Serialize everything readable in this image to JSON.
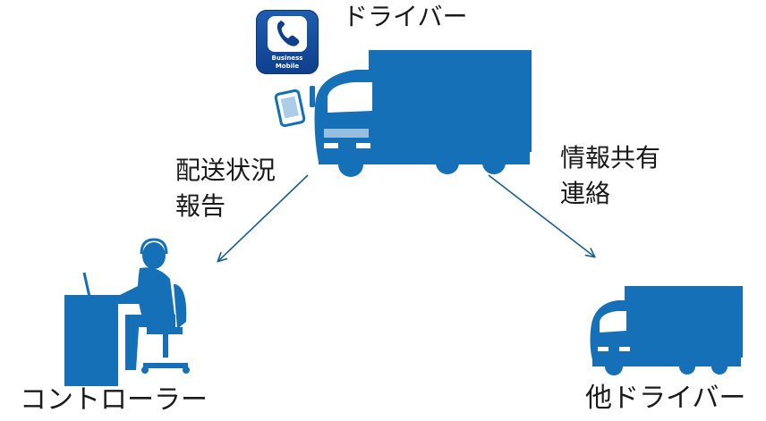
{
  "app_icon": {
    "line1": "Business",
    "line2": "Mobile",
    "color": "#1f5db0",
    "icon": "phone-handset-icon"
  },
  "labels": {
    "driver": "ドライバー",
    "report_line1": "配送状況",
    "report_line2": "報告",
    "share_line1": "情報共有",
    "share_line2": "連絡",
    "controller": "コントローラー",
    "other_driver": "他ドライバー"
  },
  "colors": {
    "primary": "#1570b8",
    "arrow": "#1b5e92"
  }
}
